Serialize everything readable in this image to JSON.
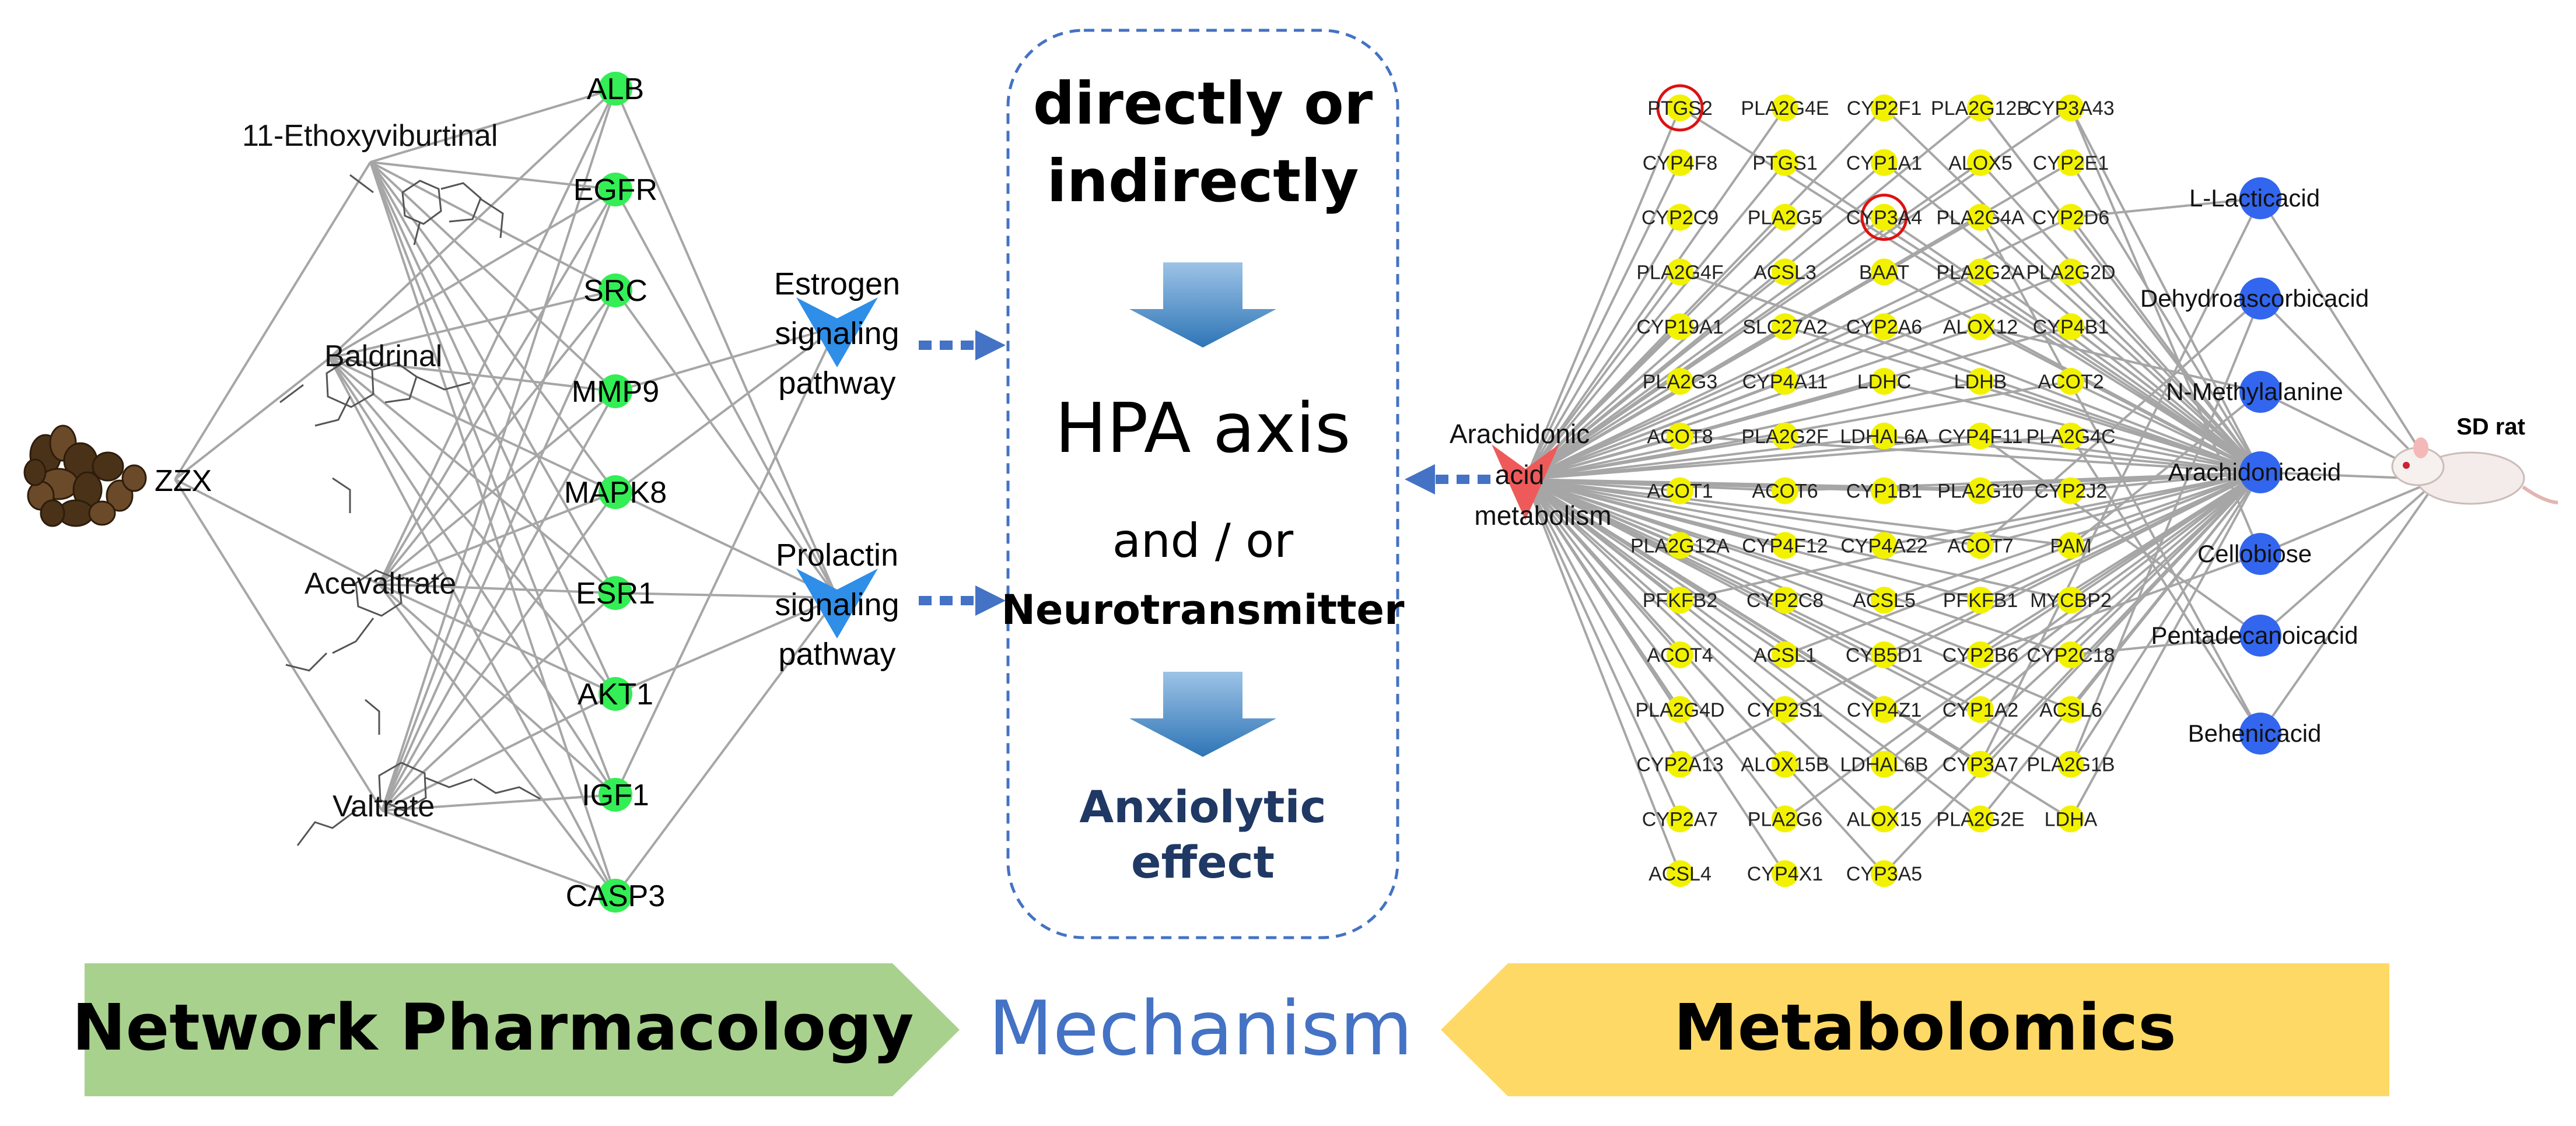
{
  "herb": {
    "label": "ZZX",
    "compounds": [
      "11-Ethoxyviburtinal",
      "Baldrinal",
      "Acevaltrate",
      "Valtrate"
    ],
    "targets": [
      "ALB",
      "EGFR",
      "SRC",
      "MMP9",
      "MAPK8",
      "ESR1",
      "AKT1",
      "IGF1",
      "CASP3"
    ]
  },
  "pathways": [
    {
      "lines": [
        "Estrogen",
        "signaling",
        "pathway"
      ]
    },
    {
      "lines": [
        "Prolactin",
        "signaling",
        "pathway"
      ]
    }
  ],
  "mechanism_box": {
    "line1": "directly or",
    "line2": "indirectly",
    "hpa": "HPA axis",
    "andor": "and / or",
    "neuro": "Neurotransmitter",
    "effect1": "Anxiolytic",
    "effect2": "effect"
  },
  "metabolism": {
    "lines": [
      "Arachidonic",
      "acid",
      "metabolism"
    ],
    "genes": [
      [
        "PTGS2",
        "PLA2G4E",
        "CYP2F1",
        "PLA2G12B",
        "CYP3A43"
      ],
      [
        "CYP4F8",
        "PTGS1",
        "CYP1A1",
        "ALOX5",
        "CYP2E1"
      ],
      [
        "CYP2C9",
        "PLA2G5",
        "CYP3A4",
        "PLA2G4A",
        "CYP2D6"
      ],
      [
        "PLA2G4F",
        "ACSL3",
        "BAAT",
        "PLA2G2A",
        "PLA2G2D"
      ],
      [
        "CYP19A1",
        "SLC27A2",
        "CYP2A6",
        "ALOX12",
        "CYP4B1"
      ],
      [
        "PLA2G3",
        "CYP4A11",
        "LDHC",
        "LDHB",
        "ACOT2"
      ],
      [
        "ACOT8",
        "PLA2G2F",
        "LDHAL6A",
        "CYP4F11",
        "PLA2G4C"
      ],
      [
        "ACOT1",
        "ACOT6",
        "CYP1B1",
        "PLA2G10",
        "CYP2J2"
      ],
      [
        "PLA2G12A",
        "CYP4F12",
        "CYP4A22",
        "ACOT7",
        "PAM"
      ],
      [
        "PFKFB2",
        "CYP2C8",
        "ACSL5",
        "PFKFB1",
        "MYCBP2"
      ],
      [
        "ACOT4",
        "ACSL1",
        "CYB5D1",
        "CYP2B6",
        "CYP2C18"
      ],
      [
        "PLA2G4D",
        "CYP2S1",
        "CYP4Z1",
        "CYP1A2",
        "ACSL6"
      ],
      [
        "CYP2A13",
        "ALOX15B",
        "LDHAL6B",
        "CYP3A7",
        "PLA2G1B"
      ],
      [
        "CYP2A7",
        "PLA2G6",
        "ALOX15",
        "PLA2G2E",
        "LDHA"
      ],
      [
        "ACSL4",
        "CYP4X1",
        "CYP3A5"
      ]
    ],
    "highlighted": [
      "PTGS2",
      "CYP3A4"
    ],
    "metabolites": [
      "L-Lacticacid",
      "Dehydroascorbicacid",
      "N-Methylalanine",
      "Arachidonicacid",
      "Cellobiose",
      "Pentadecanoicacid",
      "Behenicacid"
    ],
    "animal": "SD rat"
  },
  "banners": {
    "left": "Network Pharmacology",
    "center": "Mechanism",
    "right": "Metabolomics"
  },
  "colors": {
    "target_node": "#33ee55",
    "gene_node": "#f2f200",
    "metabolite_node": "#3366ee",
    "pathway_node": "#2e8ee8",
    "metabolism_node": "#ee5a5a",
    "box_border": "#4472c4",
    "arrow": "#5b9bd5",
    "banner_left": "#a9d18e",
    "banner_right": "#ffd966",
    "mechanism_text": "#4472c4",
    "effect_text": "#1f3864"
  }
}
